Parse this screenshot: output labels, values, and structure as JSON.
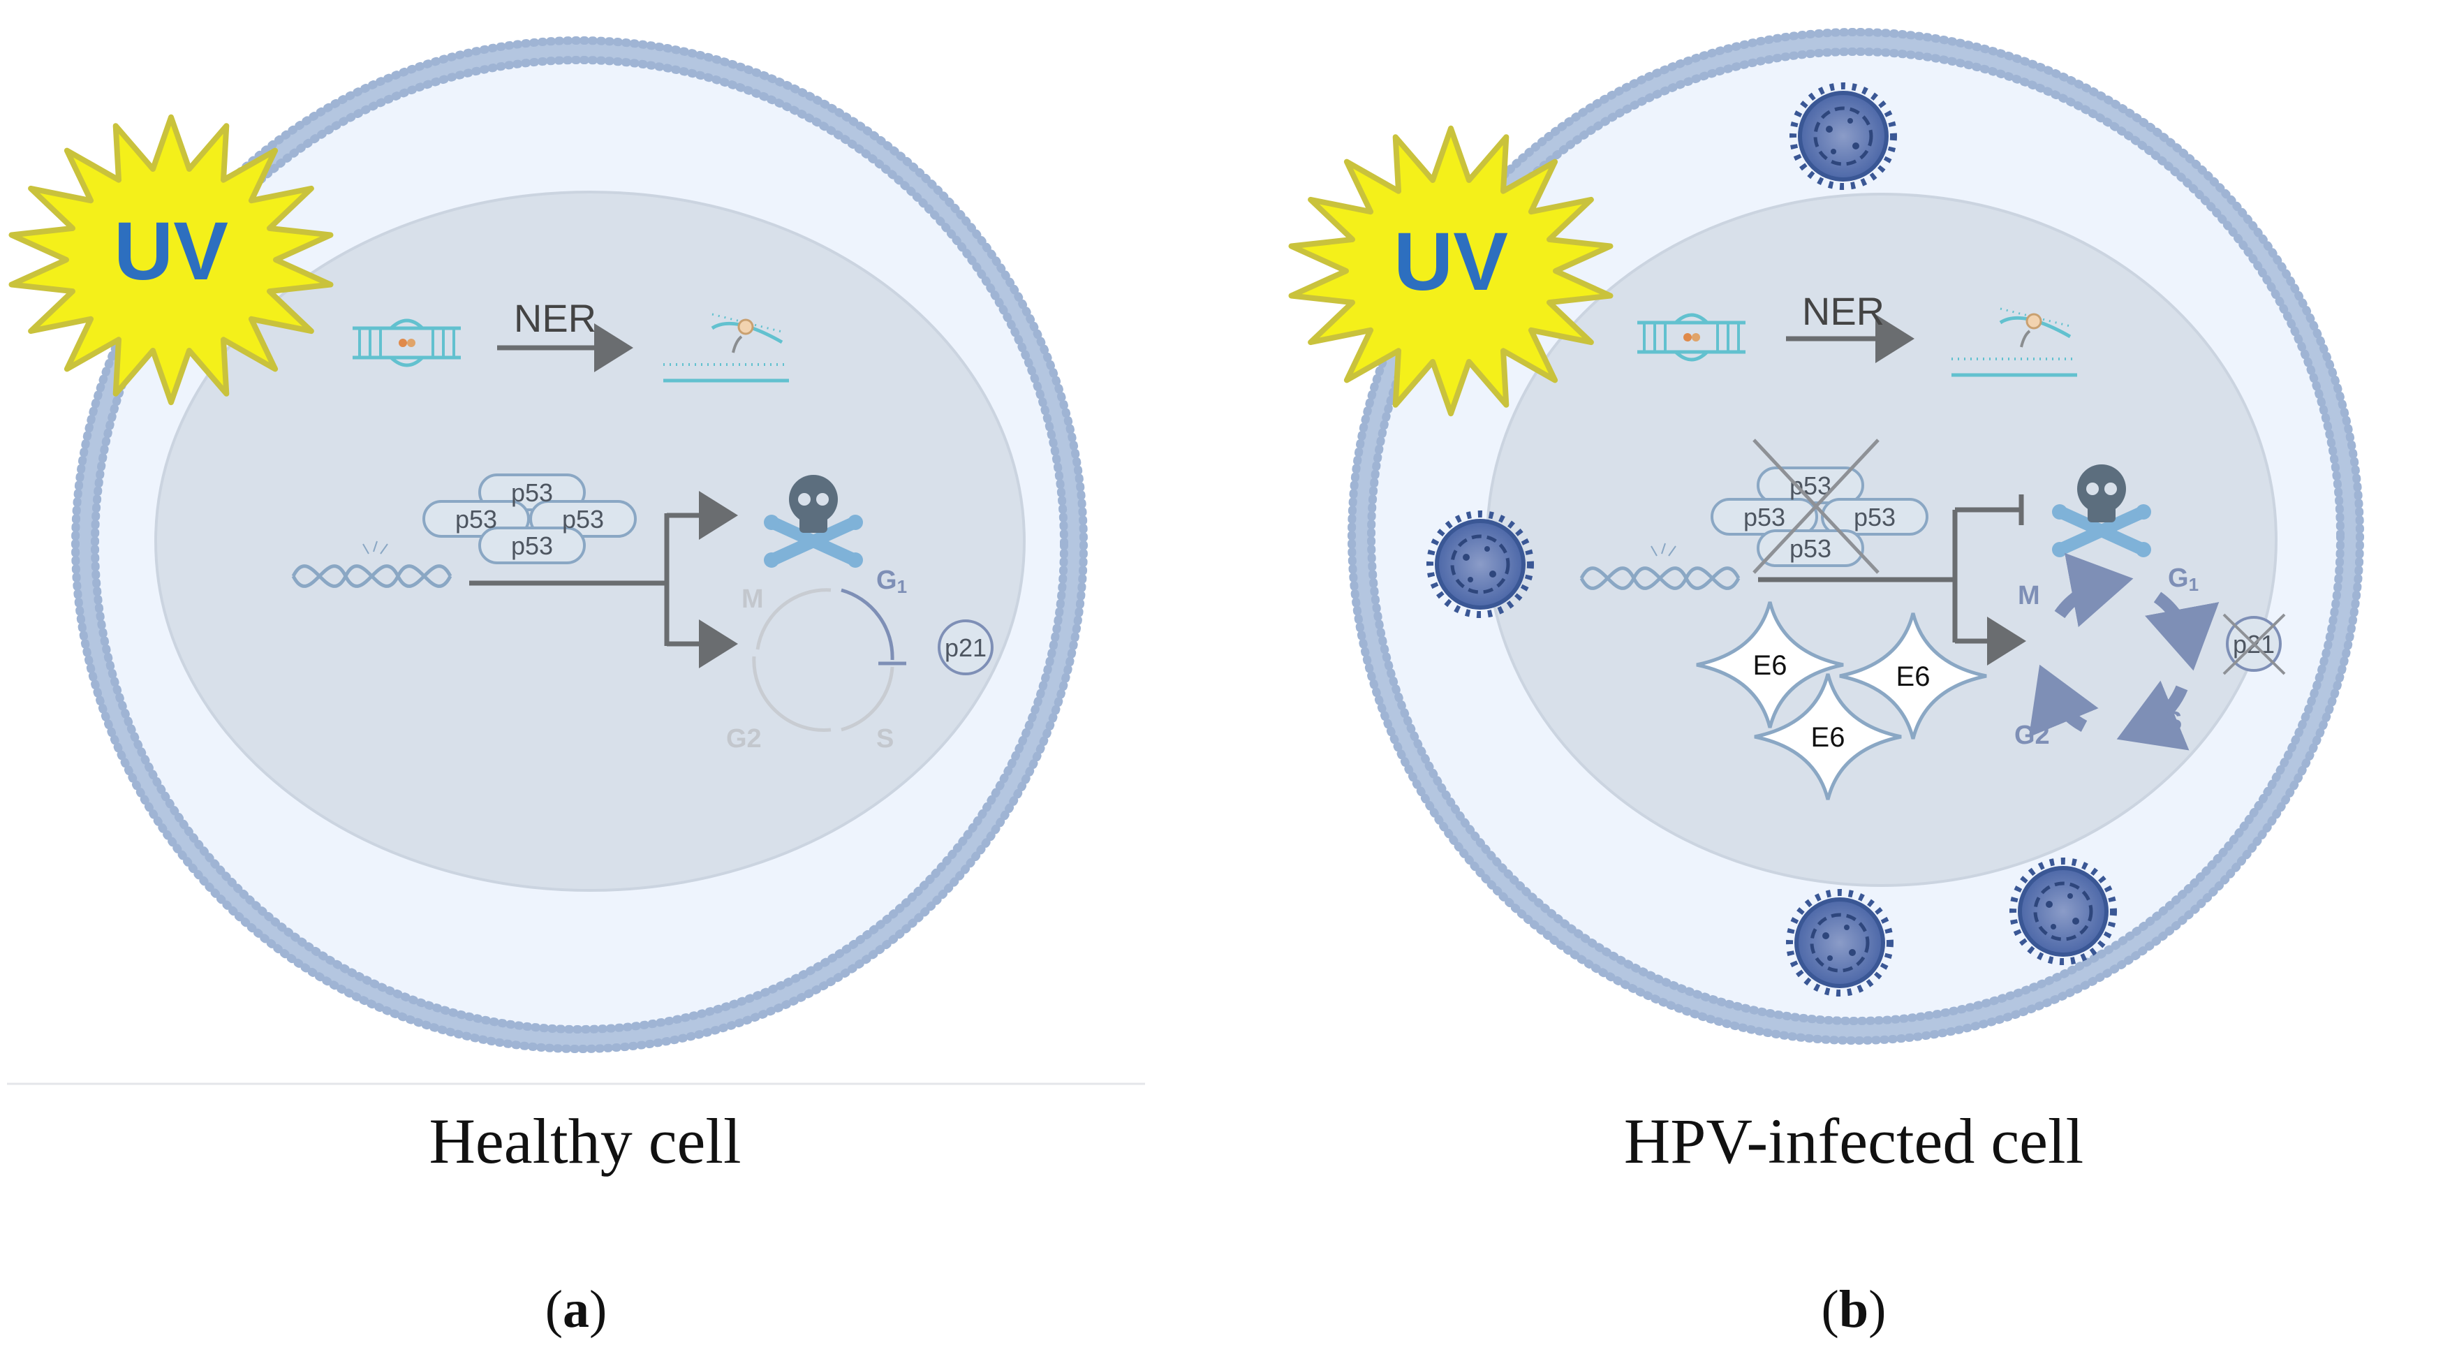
{
  "colors": {
    "membrane": "#aec0dc",
    "cytoplasm": "#eef4fd",
    "nucleus": "#d8e0ea",
    "uv_fill": "#f4f01a",
    "uv_stroke": "#c8c23a",
    "uv_text": "#2d6fbf",
    "dna_teal": "#62c1cf",
    "arrow": "#6a6d70",
    "p53_stroke": "#8aa7c4",
    "cycle_blue": "#7e8fb6",
    "cycle_gray": "#bfc3c8",
    "skull": "#5c6e7e",
    "bones": "#7fb2d8",
    "virus": "#3a5795",
    "cross": "#9b9b9b"
  },
  "icons": [
    "uv-burst",
    "dna-lesion",
    "dna-repaired",
    "dna-helix",
    "skull-crossbones",
    "virus-particle"
  ],
  "panel_a": {
    "uv": "UV",
    "ner": "NER",
    "p53": [
      "p53",
      "p53",
      "p53",
      "p53"
    ],
    "cycle": {
      "m": "M",
      "g1": "G",
      "g1_sub": "1",
      "s": "S",
      "g2": "G2"
    },
    "p21": "p21",
    "caption": "Healthy cell",
    "label_open": "(",
    "label_letter": "a",
    "label_close": ")"
  },
  "panel_b": {
    "uv": "UV",
    "ner": "NER",
    "p53": [
      "p53",
      "p53",
      "p53",
      "p53"
    ],
    "cycle": {
      "m": "M",
      "g1": "G",
      "g1_sub": "1",
      "s": "S",
      "g2": "G2"
    },
    "p21": "p21",
    "e6": [
      "E6",
      "E6",
      "E6"
    ],
    "caption": "HPV-infected cell",
    "label_open": "(",
    "label_letter": "b",
    "label_close": ")"
  }
}
